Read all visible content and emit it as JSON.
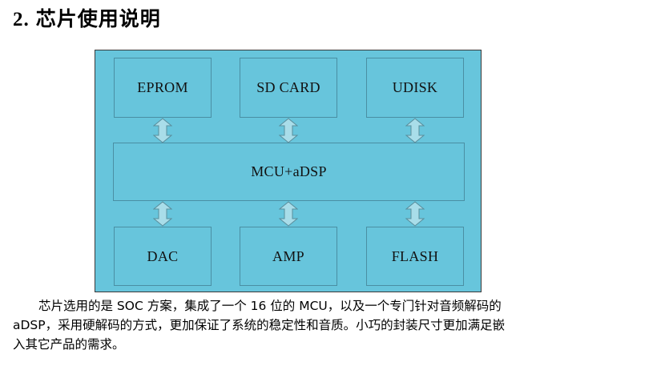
{
  "heading": {
    "number": "2.",
    "title": "芯片使用说明"
  },
  "diagram": {
    "top_blocks": [
      "EPROM",
      "SD CARD",
      "UDISK"
    ],
    "center_block": "MCU+aDSP",
    "bottom_blocks": [
      "DAC",
      "AMP",
      "FLASH"
    ],
    "arrow_type": "double-arrow-icon",
    "colors": {
      "background": "#67c5dc",
      "block_border": "#4a8fa3",
      "arrow_fill": "#a9dde9"
    }
  },
  "paragraph": {
    "lines": [
      "芯片选用的是 SOC 方案，集成了一个 16 位的 MCU，以及一个专门针对音频解码的",
      "aDSP，采用硬解码的方式，更加保证了系统的稳定性和音质。小巧的封装尺寸更加满足嵌",
      "入其它产品的需求。"
    ]
  }
}
